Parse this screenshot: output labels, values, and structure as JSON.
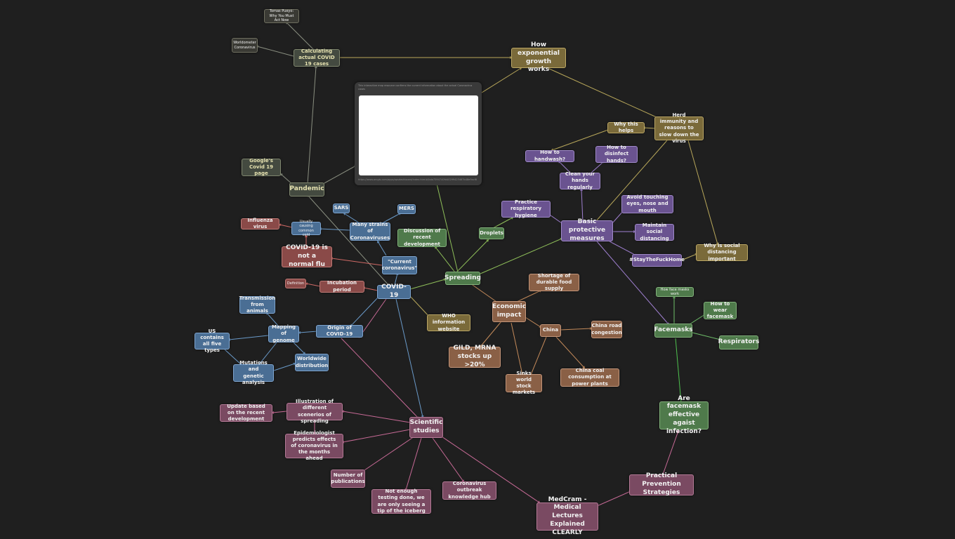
{
  "nodes": {
    "covid19": "COVID-19",
    "pandemic": "Pandemic",
    "google_covid_page": "Google's Covid 19 page",
    "calculating_cases": "Calculating actual COVID 19 cases",
    "worldometer": "Worldometer Coronavirus",
    "tomas_pueyo": "Tomas Pueyo: Why You Must Act Now",
    "exponential_growth": "How exponential growth works",
    "herd_immunity": "Herd immunity and reasons to slow down the virus",
    "why_this_helps": "Why this helps",
    "how_to_handwash": "How to handwash?",
    "how_to_disinfect": "How to disinfect hands?",
    "clean_hands": "Clean your hands regularly",
    "practice_respiratory": "Practice respiratory hygiene",
    "avoid_touching": "Avoid touching eyes, nose and mouth",
    "basic_protective": "Basic protective measures",
    "maintain_distancing": "Maintain social distancing",
    "stay_home": "#StayTheFuckHome",
    "why_distancing": "Why is social distancing important",
    "droplets": "Droplets",
    "discussion_recent": "Discussion of recent development",
    "spreading": "Spreading",
    "sars": "SARS",
    "mers": "MERS",
    "many_strains": "Many strains of Coronaviruses",
    "usually_causing": "Usually causing common cold",
    "influenza": "Influenza virus",
    "not_normal_flu": "COVID-19 is not a normal flu",
    "current_coronavirus": "\"Current coronavirus\"",
    "definition": "Definition",
    "incubation": "Incubation period",
    "transmission_animals": "Transmission from animals",
    "mapping_genome": "Mapping of genome",
    "origin": "Origin of COVID-19",
    "us_contains": "US contains all five types",
    "mutations": "Mutations and genetic analysis",
    "worldwide_distribution": "Worldwide distribution",
    "who_info": "WHO information website",
    "shortage": "Shortage of durable food supply",
    "economic_impact": "Economic impact",
    "china": "China",
    "china_road": "China road congestion",
    "gild": "GILD, MRNA stocks up >20%",
    "sinks_markets": "Sinks world stock markets",
    "china_coal": "China coal consumption at power plants",
    "how_face_masks_work": "How face masks work",
    "how_to_wear": "How to wear facemask",
    "facemasks": "Facemasks",
    "respirators": "Respirators",
    "facemask_effective": "Are facemask effective agaist infection?",
    "practical_prevention": "Practical Prevention Strategies",
    "medcram": "MedCram - Medical Lectures Explained CLEARLY",
    "scientific_studies": "Scientific studies",
    "illustration_scenarios": "Illustration of different scenerios of spreading",
    "update_recent": "Update based on the recent development",
    "epidemiologist": "Epidemiologist predicts effects of coronavirus in the months ahead",
    "number_publications": "Number of publications",
    "not_enough_testing": "Not enough testing done, we are only seeing a tip of the iceberg",
    "knowledge_hub": "Coronavirus outbreak knowledge hub"
  },
  "embed": {
    "caption": "This interactive map resource confirms the current information about the actual Coronavirus cases",
    "footer": "https://www.arcgis.com/apps/opsdashboard/index.html#/bda7594740fd40299423467b48e9ecf6"
  },
  "colors": {
    "background": "#1f1f1f",
    "blue": "#4a6e94",
    "green": "#4f7a4b",
    "purple": "#6a5390",
    "red": "#8a4a48",
    "brown": "#8a6046",
    "pink": "#7a4a62",
    "gold": "#7a6a3a"
  }
}
